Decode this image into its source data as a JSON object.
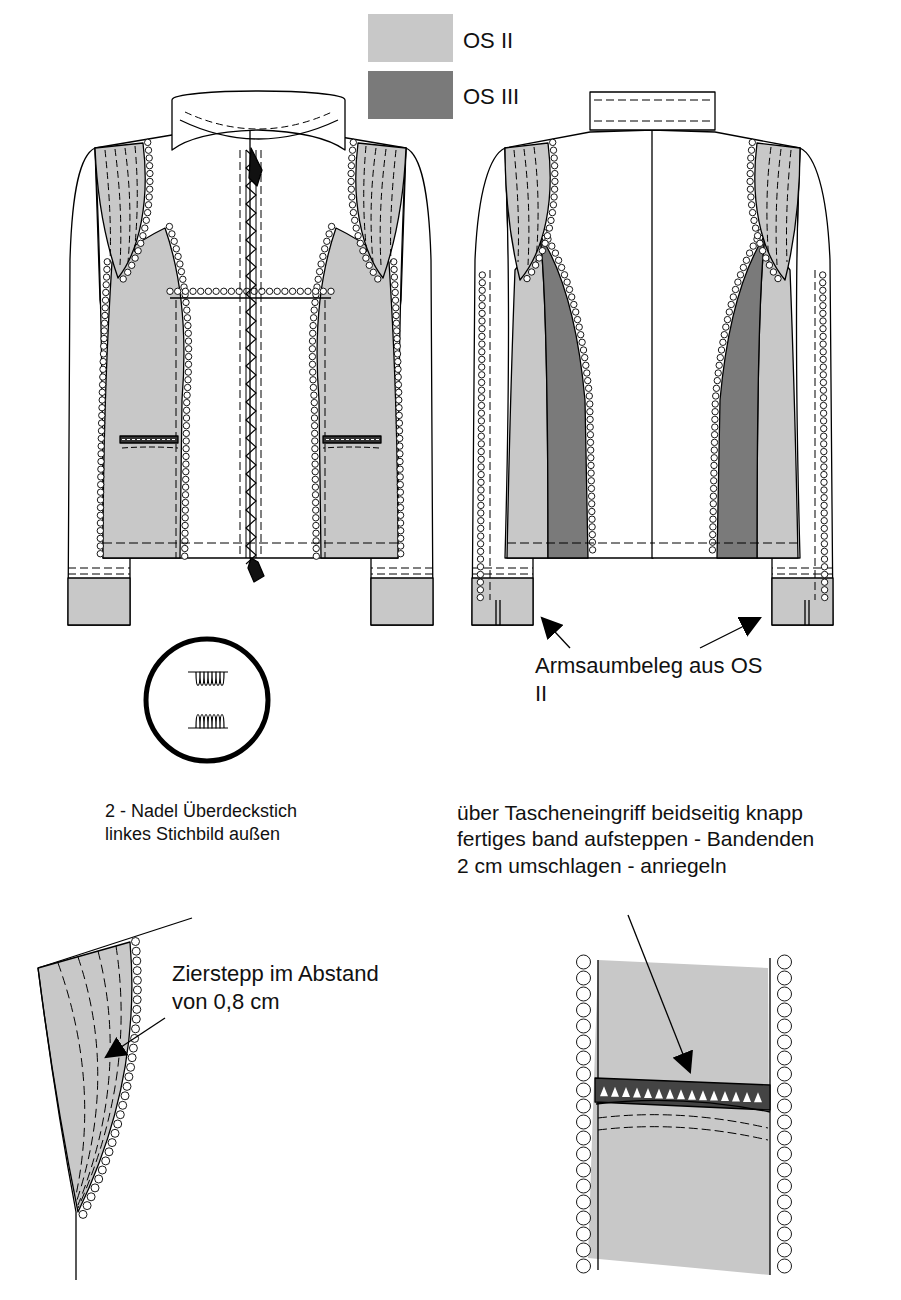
{
  "diagram": {
    "labels": [
      "Armsaumbeleg aus OS II",
      "2 - Nadel Überdeckstich linkes Stichbild außen",
      "über Tascheneingriff beidseitig knapp fertiges band aufsteppen - Bandenden 2 cm umschlagen - anriegeln",
      "Zierstepp im Abstand von 0,8 cm"
    ],
    "legend": [
      {
        "text": "OS II",
        "color": "#c8c8c8"
      },
      {
        "text": "OS III",
        "color": "#7a7a7a"
      }
    ]
  }
}
